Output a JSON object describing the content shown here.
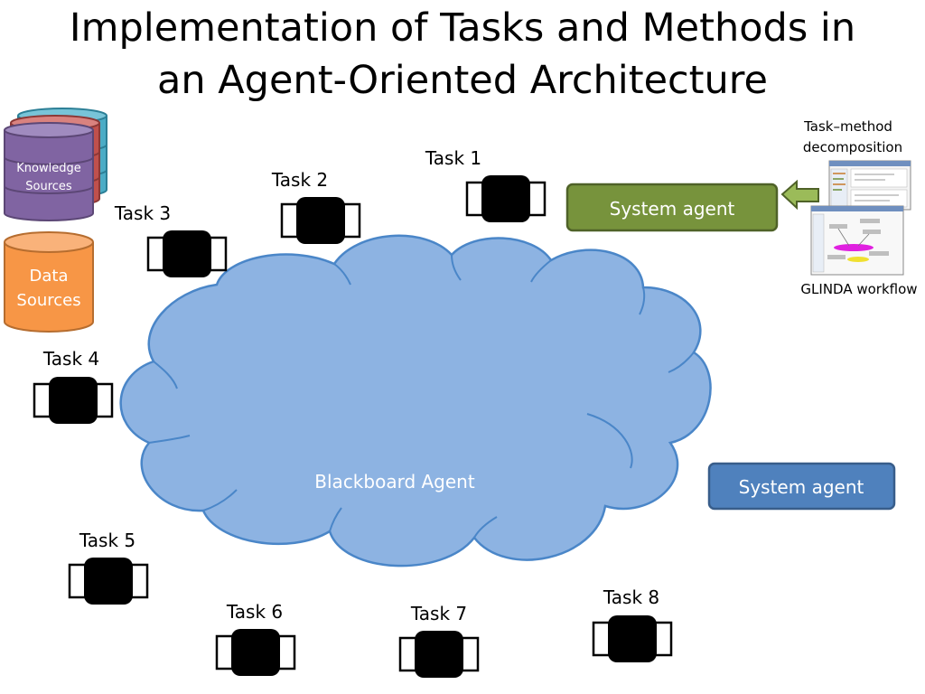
{
  "title": {
    "line1": "Implementation of Tasks and Methods in",
    "line2": "an Agent-Oriented  Architecture"
  },
  "knowledge_sources": {
    "line1": "Knowledge",
    "line2": "Sources"
  },
  "data_sources": {
    "line1": "Data",
    "line2": "Sources"
  },
  "blackboard": {
    "label": "Blackboard Agent"
  },
  "system_agent_green": {
    "label": "System agent"
  },
  "system_agent_blue": {
    "label": "System agent"
  },
  "task_method": {
    "line1": "Task–method",
    "line2": "decomposition"
  },
  "glinda": {
    "label": "GLINDA workflow"
  },
  "tasks": [
    "Task 1",
    "Task 2",
    "Task 3",
    "Task 4",
    "Task 5",
    "Task 6",
    "Task 7",
    "Task 8"
  ],
  "colors": {
    "cloud_fill": "#8db3e2",
    "cloud_stroke": "#4a86c8",
    "green_agent": "#77933c",
    "blue_agent": "#4f81bd",
    "data_sources": "#f79646",
    "knowledge_purple": "#8064a2",
    "knowledge_red": "#c0504d",
    "knowledge_teal": "#4bacc6"
  }
}
